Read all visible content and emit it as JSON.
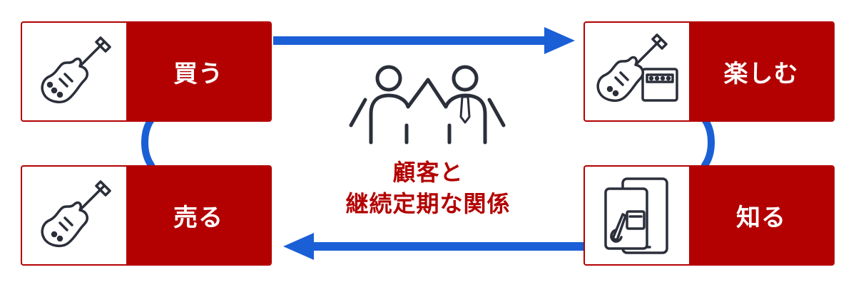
{
  "colors": {
    "brand_red": "#b30000",
    "arrow_blue": "#1b5fd6",
    "line_gray": "#2b2f3a"
  },
  "cards": {
    "buy": {
      "label": "買う",
      "icon": "electric-guitar-icon"
    },
    "enjoy": {
      "label": "楽しむ",
      "icon": "guitar-with-amp-icon"
    },
    "know": {
      "label": "知る",
      "icon": "tablet-guitar-amp-icon"
    },
    "sell": {
      "label": "売る",
      "icon": "electric-guitar-icon"
    }
  },
  "center": {
    "line1": "顧客と",
    "line2": "継続定期な関係",
    "icon": "two-people-high-five-icon"
  }
}
